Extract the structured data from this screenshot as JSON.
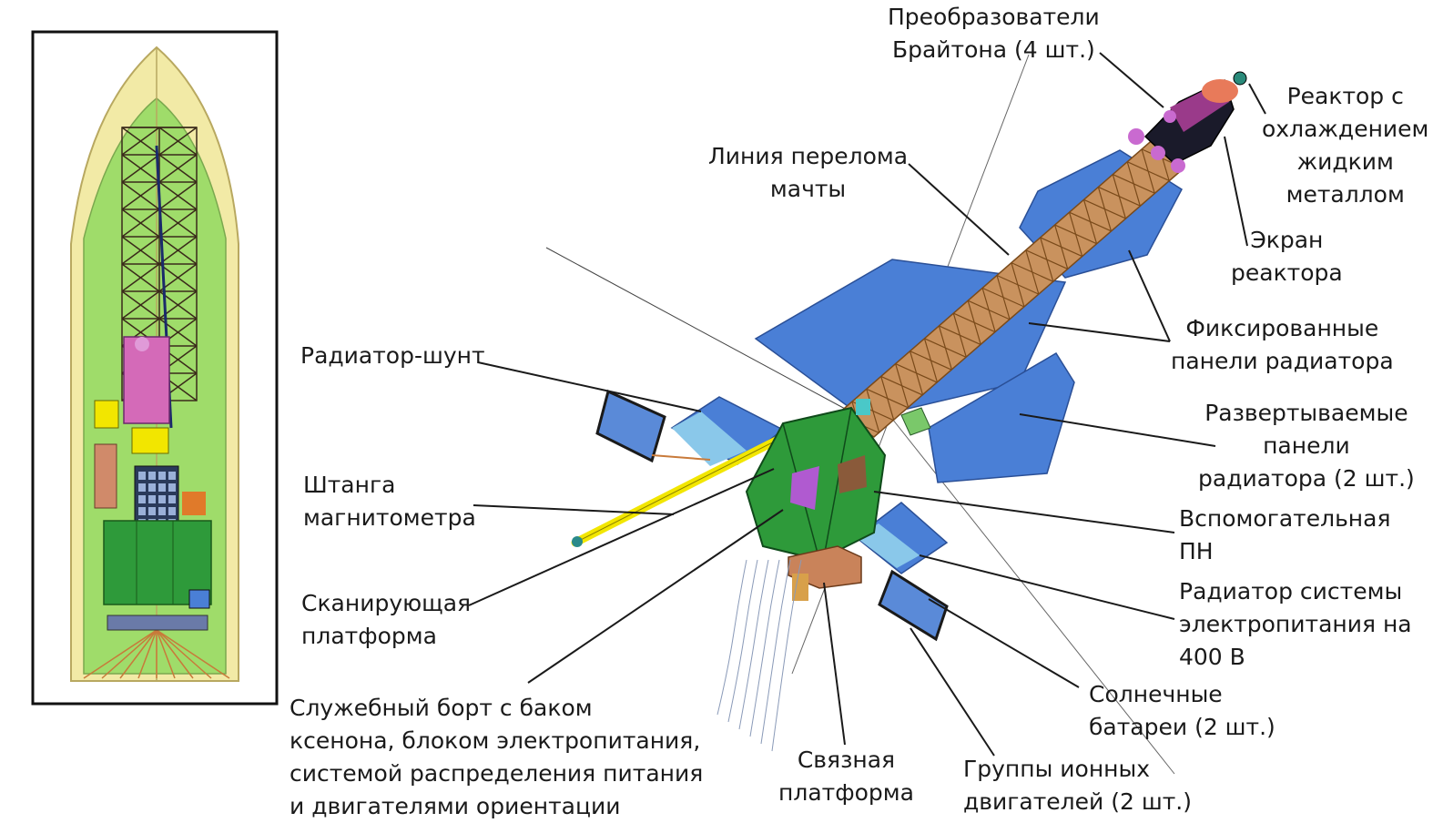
{
  "colors": {
    "panel": "#4a7fd6",
    "panel_light": "#7ab8e0",
    "truss": "#b5713b",
    "bus": "#2e9a3a",
    "fairing_outer": "#f2eaa6",
    "fairing_inner": "#9fdc6a",
    "boom": "#f2e600",
    "leader": "#1a1a1a"
  },
  "labels": {
    "brayton": "Преобразователи\nБрайтона (4 шт.)",
    "reactor": "Реактор с\nохлаждением\nжидким\nметаллом",
    "mast_break": "Линия перелома\nмачты",
    "reactor_shield": "Экран\nреактора",
    "fixed_panels": "Фиксированные\nпанели радиатора",
    "shunt": "Радиатор-шунт",
    "deploy_panels": "Развертываемые\nпанели\nрадиатора (2 шт.)",
    "magnetometer": "Штанга\nмагнитометра",
    "aux_payload": "Вспомогательная\nПН",
    "psu_radiator": "Радиатор системы\nэлектропитания на\n400 В",
    "scan_platform": "Сканирующая\nплатформа",
    "solar": "Солнечные\nбатареи (2 шт.)",
    "service_bus": "Служебный борт с баком\nксенона, блоком электропитания,\nсистемой распределения питания\nи двигателями ориентации",
    "comm_platform": "Связная\nплатформа",
    "ion_groups": "Группы ионных\nдвигателей (2 шт.)"
  }
}
